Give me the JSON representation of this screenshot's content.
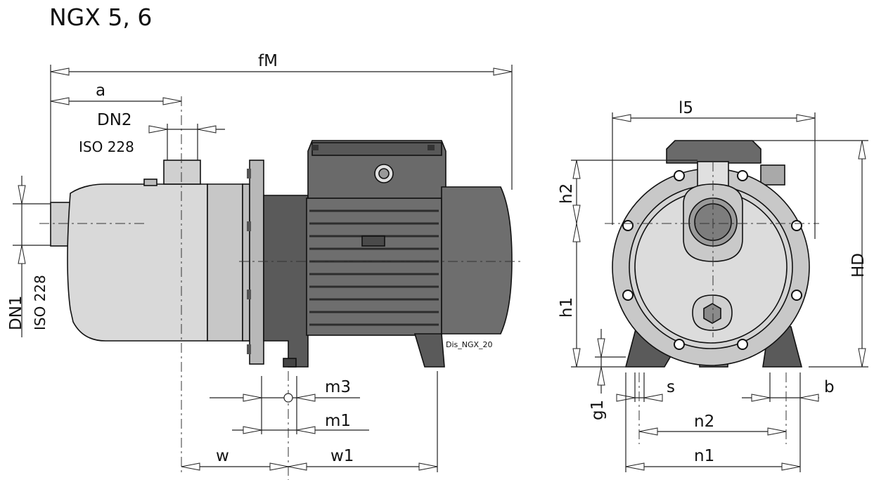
{
  "title": "NGX 5, 6",
  "drawing_code": "Dis_NGX_20",
  "side_view_labels": {
    "fM": "fM",
    "a": "a",
    "DN2": "DN2",
    "DN2_std": "ISO 228",
    "DN1": "DN1",
    "DN1_std": "ISO 228",
    "m3": "m3",
    "m1": "m1",
    "w": "w",
    "w1": "w1"
  },
  "front_view_labels": {
    "l5": "l5",
    "h2": "h2",
    "h1": "h1",
    "HD": "HD",
    "g1": "g1",
    "s": "s",
    "b": "b",
    "n2": "n2",
    "n1": "n1"
  },
  "colors": {
    "pump_body": "#d9d9d9",
    "motor": "#6e6e6e",
    "motor_dark": "#4a4a4a",
    "flange": "#bdbdbd",
    "line": "#111111"
  }
}
